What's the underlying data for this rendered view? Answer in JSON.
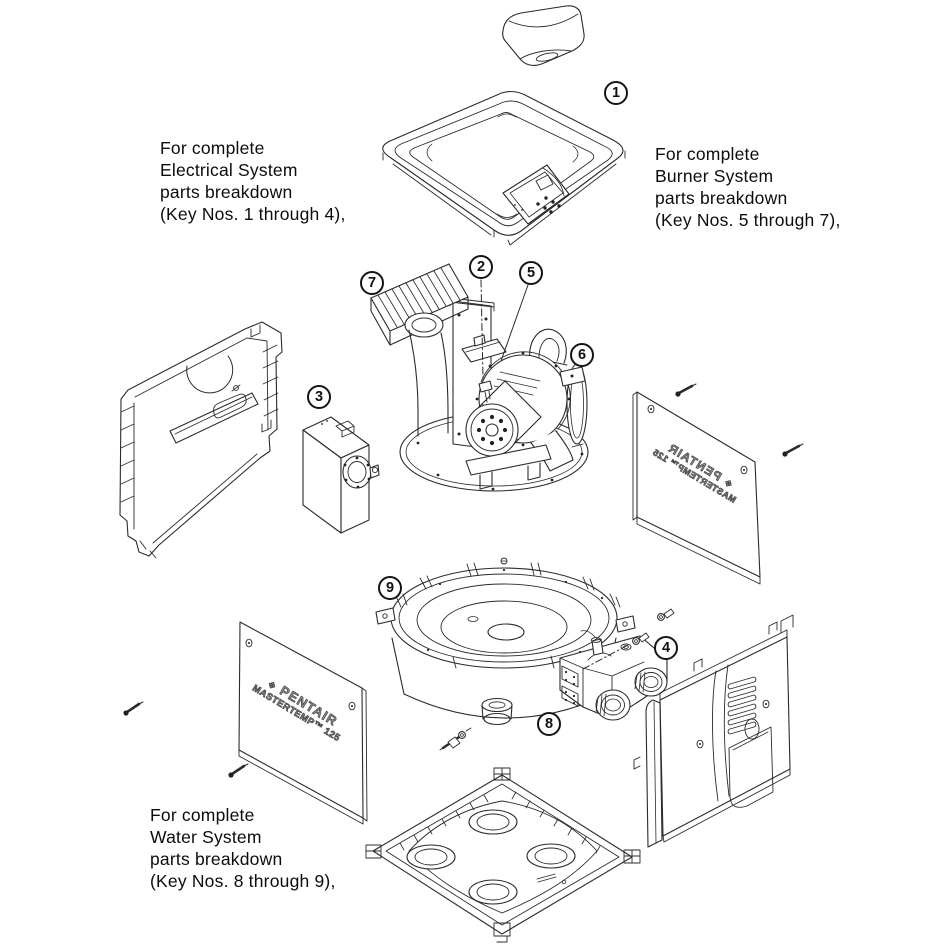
{
  "annotations": {
    "electrical": {
      "lines": [
        "For complete",
        "Electrical System",
        "parts breakdown",
        "(Key Nos. 1 through 4),"
      ]
    },
    "burner": {
      "lines": [
        "For complete",
        "Burner System",
        "parts breakdown",
        "(Key Nos. 5 through 7),"
      ]
    },
    "water": {
      "lines": [
        "For complete",
        "Water System",
        "parts breakdown",
        "(Key Nos. 8 through 9),"
      ]
    }
  },
  "callouts": [
    "1",
    "2",
    "3",
    "4",
    "5",
    "6",
    "7",
    "8",
    "9"
  ],
  "panel_label": {
    "brand": "PENTAIR",
    "model": "MASTERTEMP™ 125"
  },
  "icons": {
    "pentair_logo": "❖"
  },
  "line_color": "#2b2b2b"
}
